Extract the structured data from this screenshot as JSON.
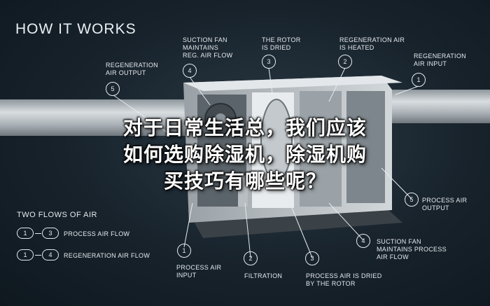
{
  "heading": "HOW IT WORKS",
  "overlay": {
    "line1": "对于日常生活总，我们应该",
    "line2": "如何选购除湿机，除湿机购",
    "line3": "买技巧有哪些呢？"
  },
  "labels": {
    "regen_output": "REGENERATION\nAIR OUTPUT",
    "suction_regen": "SUCTION FAN\nMAINTAINS\nREG. AIR FLOW",
    "rotor_dried": "THE ROTOR\nIS DRIED",
    "regen_heated": "REGENERATION AIR\nIS HEATED",
    "regen_input": "REGENERATION\nAIR INPUT",
    "process_output": "PROCESS AIR\nOUTPUT",
    "suction_process": "SUCTION FAN\nMAINTAINS PROCESS\nAIR FLOW",
    "process_input": "PROCESS AIR\nINPUT",
    "filtration": "FILTRATION",
    "process_dried": "PROCESS AIR IS DRIED\nBY THE ROTOR"
  },
  "numbers": {
    "n1": "1",
    "n2": "2",
    "n3": "3",
    "n4": "4",
    "n5": "5"
  },
  "legend": {
    "title": "TWO FLOWS OF AIR",
    "row1_a": "1",
    "row1_b": "3",
    "row1_text": "PROCESS AIR FLOW",
    "row2_a": "1",
    "row2_b": "4",
    "row2_text": "REGENERATION AIR FLOW"
  },
  "colors": {
    "background": "#17222b",
    "text": "#e6ebef",
    "unit_body": "#c9ced2"
  }
}
